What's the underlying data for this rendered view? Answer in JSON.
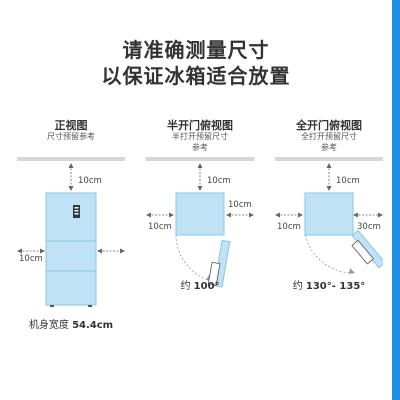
{
  "header": {
    "line1": "请准确测量尺寸",
    "line2": "以保证冰箱适合放置"
  },
  "views": [
    {
      "title": "正视图",
      "subtitle": "尺寸预留参考"
    },
    {
      "title": "半开门俯视图",
      "subtitle1": "半打开预留尺寸",
      "subtitle2": "参考"
    },
    {
      "title": "全开门俯视图",
      "subtitle1": "全打开预留尺寸",
      "subtitle2": "参考"
    }
  ],
  "dimensions": {
    "front_top": "10cm",
    "front_side": "10cm",
    "half_top": "10cm",
    "half_left": "10cm",
    "half_right": "10cm",
    "full_top": "10cm",
    "full_left": "10cm",
    "full_right": "30cm"
  },
  "captions": {
    "width_label": "机身宽度",
    "width_value": "54.4cm",
    "half_prefix": "约",
    "half_angle": "100°",
    "full_prefix": "约",
    "full_angle": "130°- 135°"
  },
  "colors": {
    "accent": "#1f8fe6",
    "fridge_fill": "#bfe3f4",
    "fridge_stroke": "#8fc6de",
    "panel_border": "#d6d6d6"
  }
}
